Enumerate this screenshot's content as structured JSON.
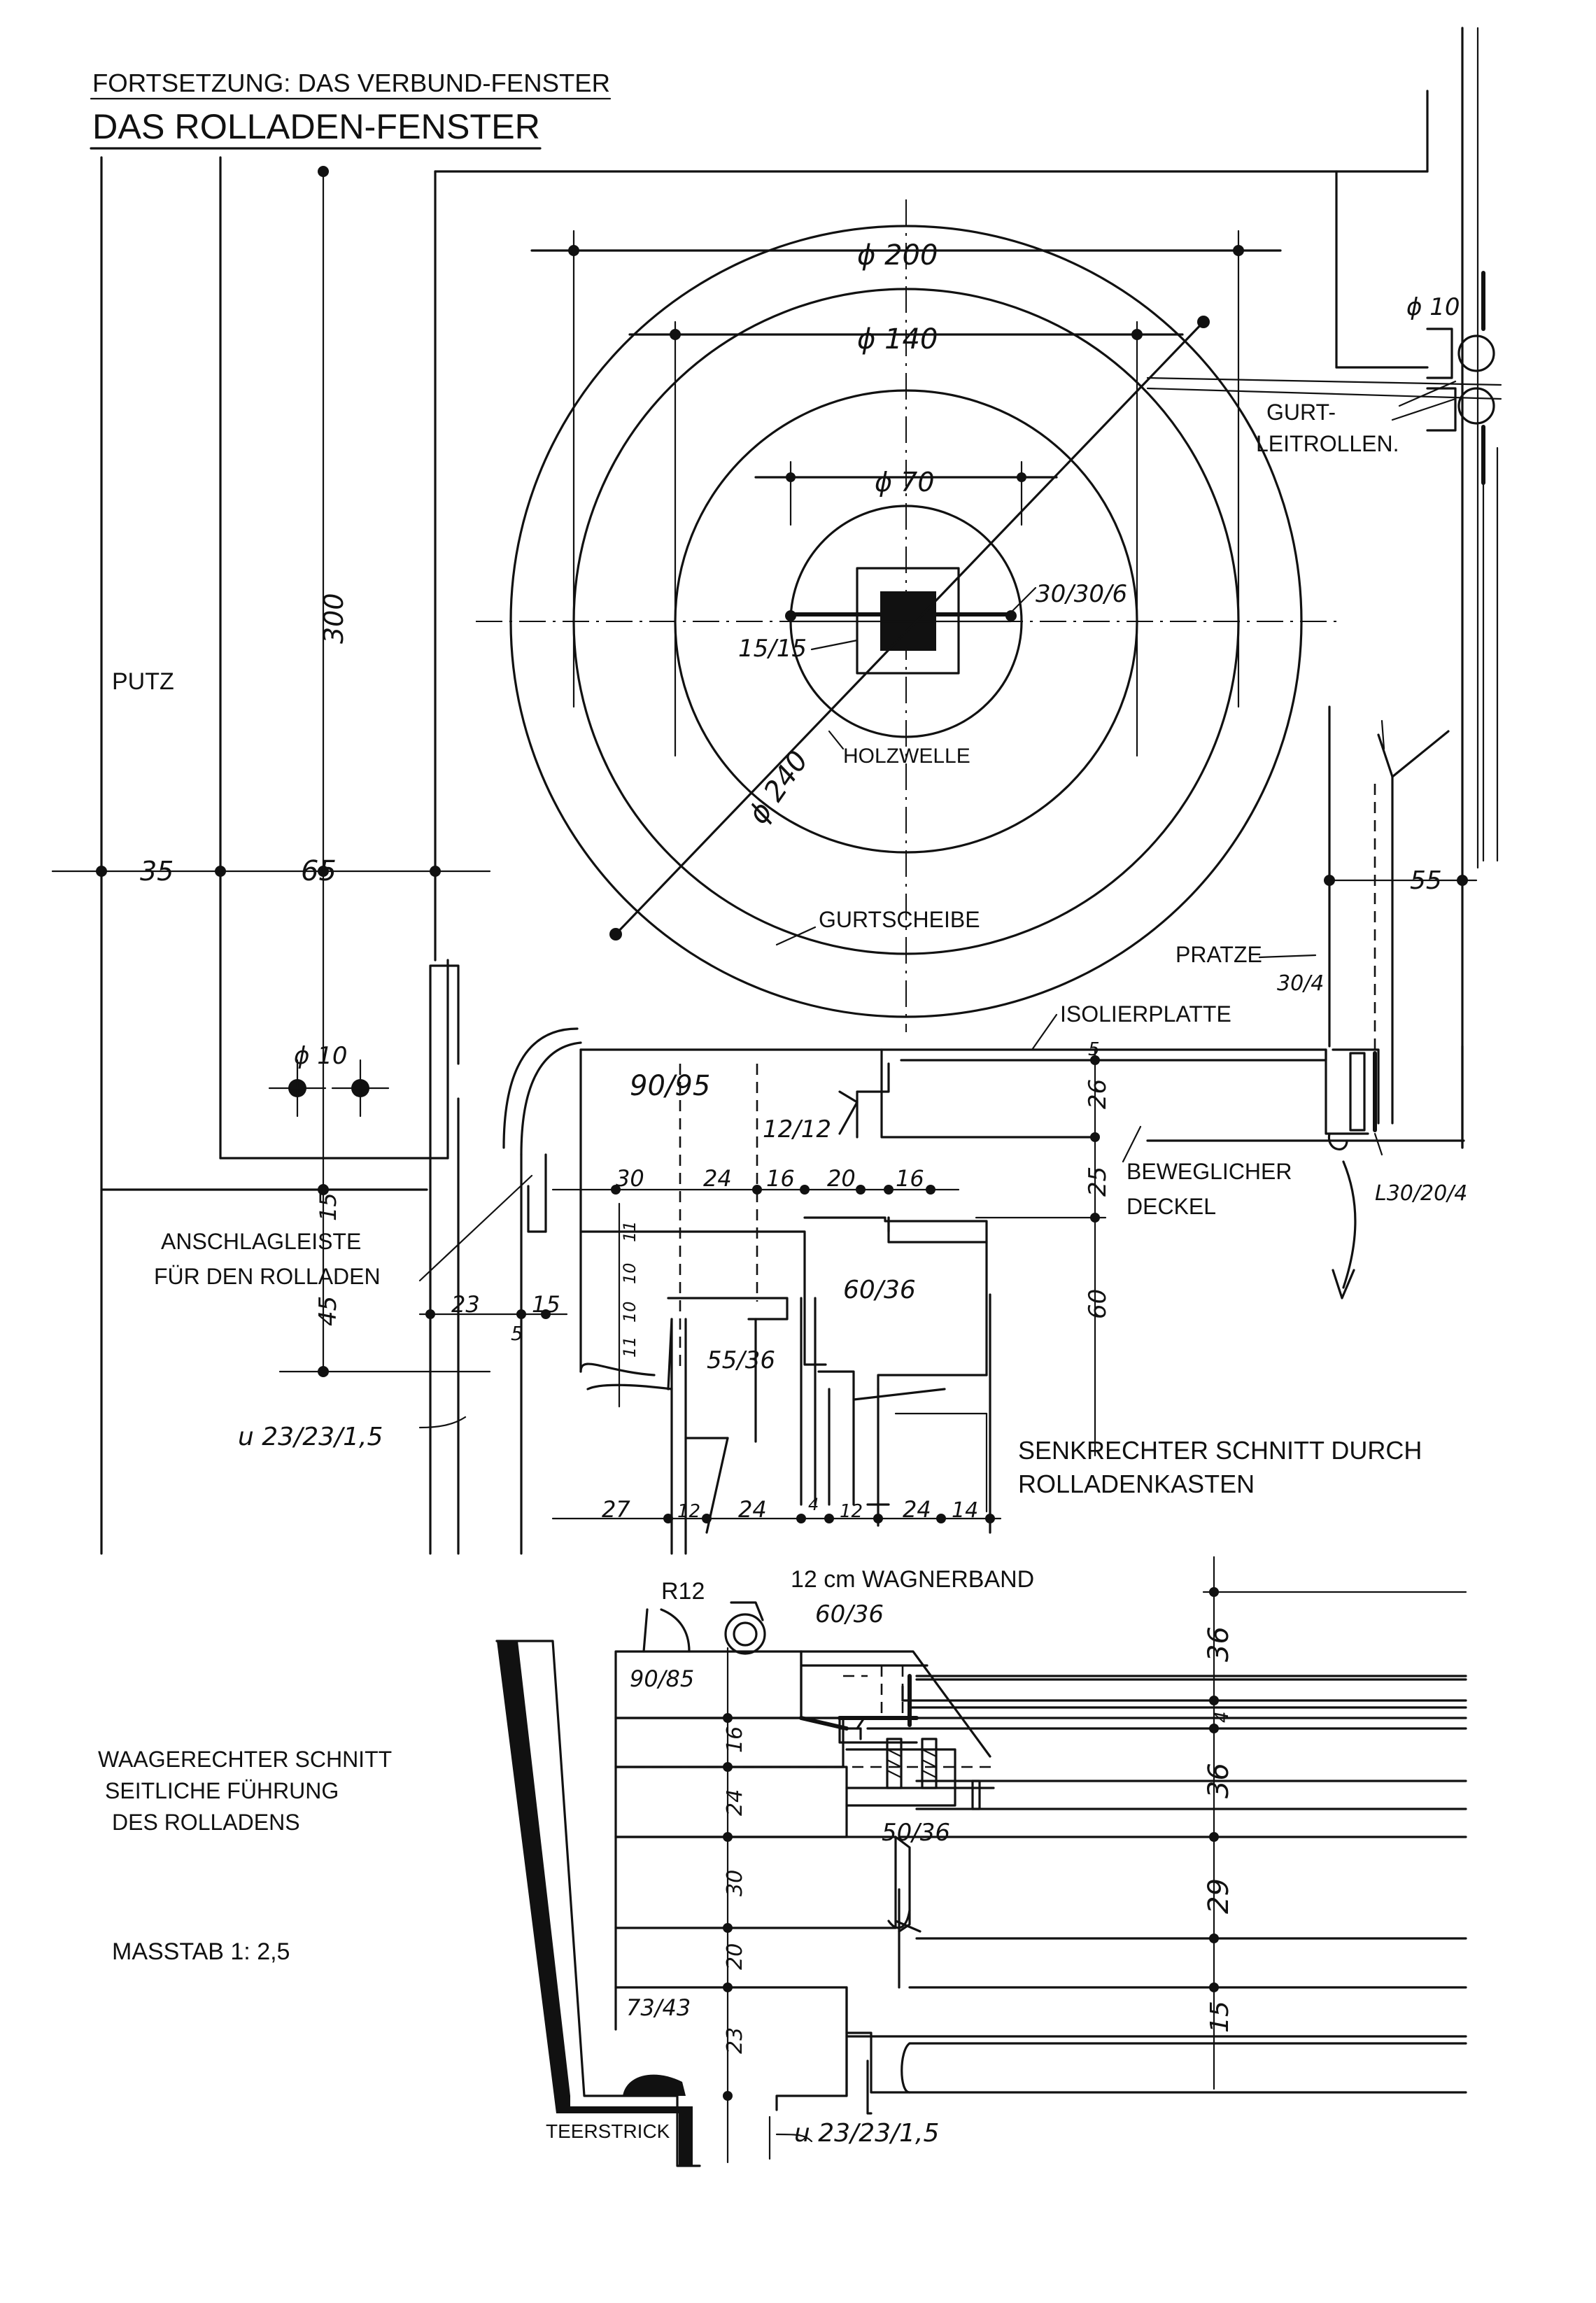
{
  "header": {
    "continuation": "FORTSETZUNG: DAS VERBUND-FENSTER",
    "title": "DAS ROLLADEN-FENSTER"
  },
  "vertical_section": {
    "caption_line1": "SENKRECHTER SCHNITT DURCH",
    "caption_line2": "ROLLADENKASTEN",
    "labels": {
      "putz": "PUTZ",
      "holzwelle": "HOLZWELLE",
      "gurtscheibe": "GURTSCHEIBE",
      "gurt_leitrollen_1": "GURT-",
      "gurt_leitrollen_2": "LEITROLLEN.",
      "pratze": "PRATZE",
      "pratze_size": "30/4",
      "isolierplatte": "ISOLIERPLATTE",
      "beweglicher_1": "BEWEGLICHER",
      "beweglicher_2": "DECKEL",
      "anschlag_1": "ANSCHLAGLEISTE",
      "anschlag_2": "FÜR DEN ROLLADEN",
      "angle_label": "L30/20/4",
      "u_profile": "u 23/23/1,5"
    },
    "dimensions": {
      "d200": "ϕ 200",
      "d140": "ϕ 140",
      "d70": "ϕ 70",
      "d240": "ϕ 240",
      "d10_top": "ϕ 10",
      "d10_bottom": "ϕ 10",
      "flat_bar": "30/30/6",
      "square": "15/15",
      "h300": "300",
      "w35": "35",
      "w65": "65",
      "w55": "55",
      "s90_95": "90/95",
      "s12_12": "12/12",
      "s60_36": "60/36",
      "s55_36": "55/36",
      "v26": "26",
      "v25": "25",
      "v60": "60",
      "v15": "15",
      "v45": "45",
      "v5_top": "5",
      "h30": "30",
      "h24": "24",
      "h16a": "16",
      "h20": "20",
      "h16b": "16",
      "h23": "23",
      "h15": "15",
      "h5": "5",
      "s11a": "11",
      "s10a": "10",
      "s10b": "10",
      "s11b": "11",
      "b27": "27",
      "b12a": "12",
      "b24a": "24",
      "b4": "4",
      "b12b": "12",
      "b24b": "24",
      "b14": "14"
    }
  },
  "horizontal_section": {
    "caption_line1": "WAAGERECHTER SCHNITT",
    "caption_line2": "SEITLICHE FÜHRUNG",
    "caption_line3": "DES ROLLADENS",
    "scale": "MASSTAB 1: 2,5",
    "labels": {
      "wagnerband": "12 cm WAGNERBAND",
      "r12": "R12",
      "s60_36": "60/36",
      "s90_85": "90/85",
      "s50_36": "50/36",
      "s73_43": "73/43",
      "teerstrick": "TEERSTRICK",
      "u_profile": "u 23/23/1,5"
    },
    "dimensions": {
      "v16": "16",
      "v24": "24",
      "v30": "30",
      "v20": "20",
      "v23": "23",
      "r36a": "36",
      "r4": "4",
      "r36b": "36",
      "r29": "29",
      "r15": "15"
    }
  }
}
